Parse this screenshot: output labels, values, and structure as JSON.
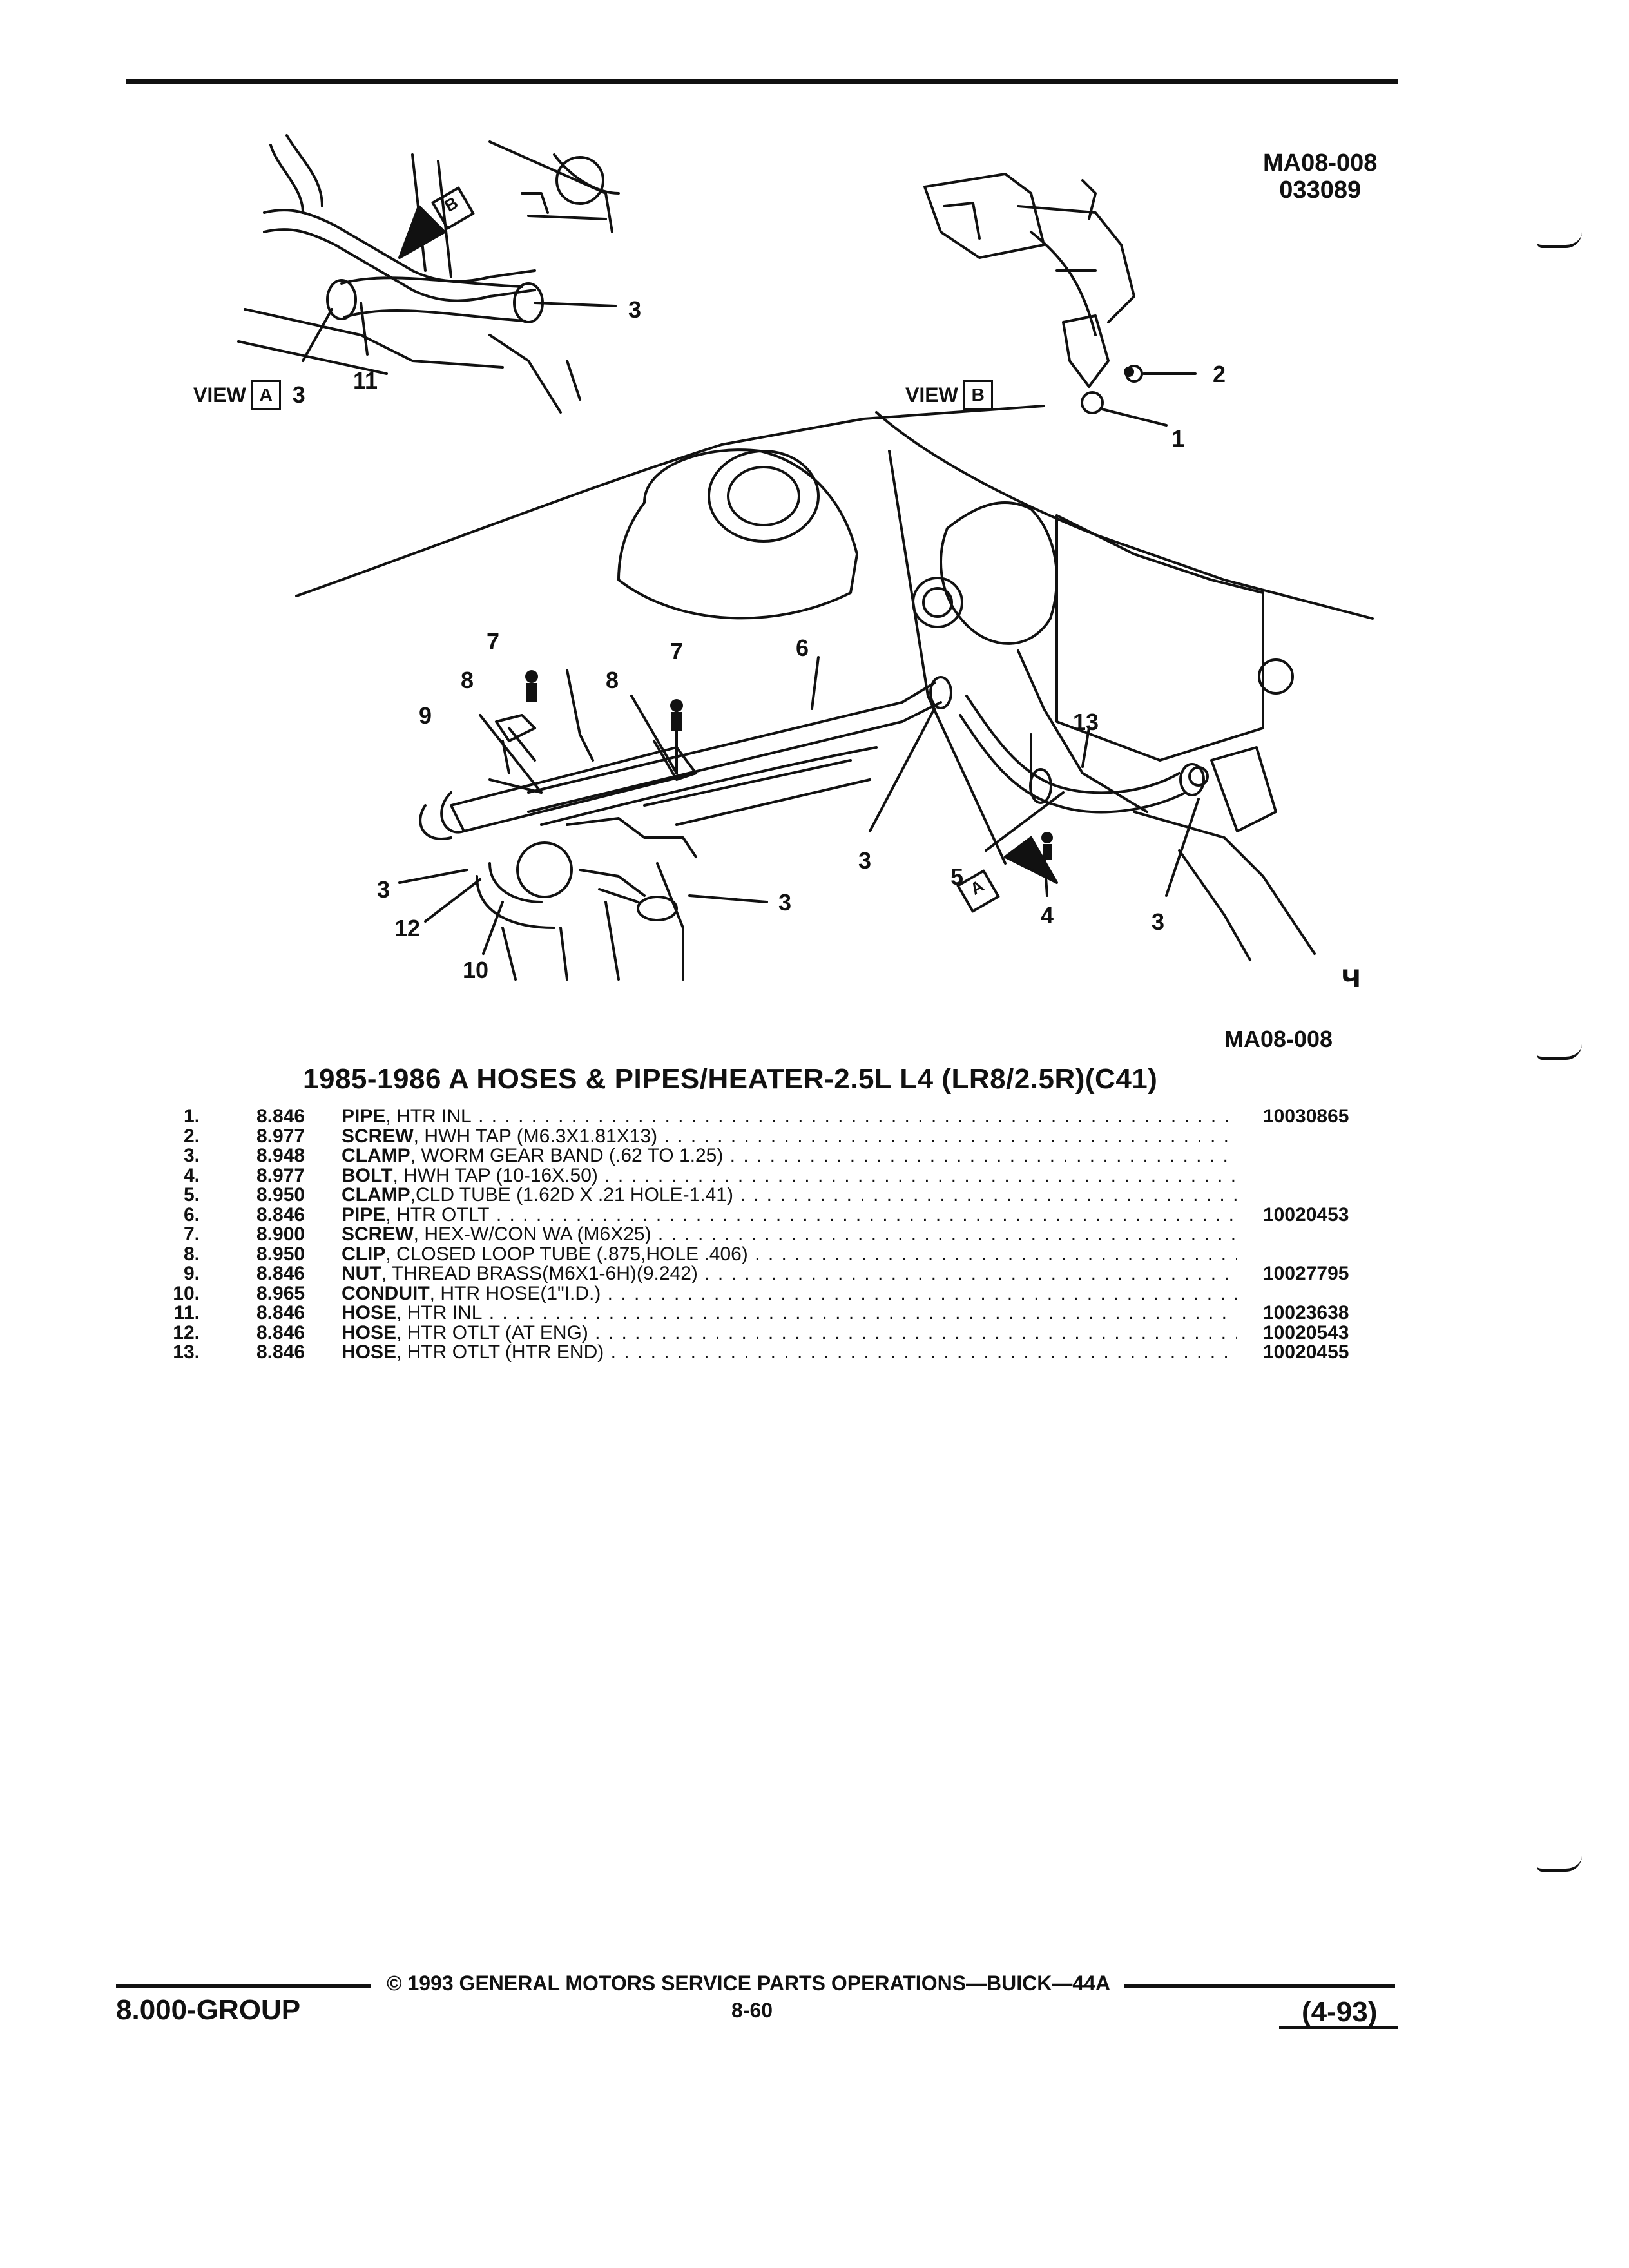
{
  "header": {
    "code_line1": "MA08-008",
    "code_line2": "033089"
  },
  "views": [
    {
      "word": "VIEW",
      "letter": "A",
      "callout": "3"
    },
    {
      "word": "VIEW",
      "letter": "B"
    }
  ],
  "view_b_letter": "B",
  "view_a_letter": "A",
  "callouts": {
    "c1": "1",
    "c2": "2",
    "c3a": "3",
    "c3b": "3",
    "c3c": "3",
    "c3d": "3",
    "c3e": "3",
    "c3f": "3",
    "c4": "4",
    "c5": "5",
    "c6": "6",
    "c7a": "7",
    "c7b": "7",
    "c8a": "8",
    "c8b": "8",
    "c9": "9",
    "c10": "10",
    "c11": "11",
    "c12": "12",
    "c13": "13"
  },
  "illustration_ref": "MA08-008",
  "logo_glyph": "ч",
  "title": "1985-1986 A HOSES & PIPES/HEATER-2.5L L4 (LR8/2.5R)(C41)",
  "parts": [
    {
      "num": "1.",
      "group": "8.846",
      "name": "PIPE",
      "detail": ", HTR INL",
      "part_no": "10030865"
    },
    {
      "num": "2.",
      "group": "8.977",
      "name": "SCREW",
      "detail": ", HWH TAP (M6.3X1.81X13)",
      "part_no": ""
    },
    {
      "num": "3.",
      "group": "8.948",
      "name": "CLAMP",
      "detail": ", WORM GEAR BAND (.62 TO 1.25)",
      "part_no": ""
    },
    {
      "num": "4.",
      "group": "8.977",
      "name": "BOLT",
      "detail": ", HWH TAP (10-16X.50)",
      "part_no": ""
    },
    {
      "num": "5.",
      "group": "8.950",
      "name": "CLAMP",
      "detail": ",CLD TUBE (1.62D X .21 HOLE-1.41)",
      "part_no": ""
    },
    {
      "num": "6.",
      "group": "8.846",
      "name": "PIPE",
      "detail": ", HTR OTLT",
      "part_no": "10020453"
    },
    {
      "num": "7.",
      "group": "8.900",
      "name": "SCREW",
      "detail": ", HEX-W/CON WA (M6X25)",
      "part_no": ""
    },
    {
      "num": "8.",
      "group": "8.950",
      "name": "CLIP",
      "detail": ", CLOSED LOOP TUBE (.875,HOLE .406)",
      "part_no": ""
    },
    {
      "num": "9.",
      "group": "8.846",
      "name": "NUT",
      "detail": ", THREAD BRASS(M6X1-6H)(9.242)",
      "part_no": "10027795"
    },
    {
      "num": "10.",
      "group": "8.965",
      "name": "CONDUIT",
      "detail": ", HTR HOSE(1\"I.D.)",
      "part_no": ""
    },
    {
      "num": "11.",
      "group": "8.846",
      "name": "HOSE",
      "detail": ", HTR INL",
      "part_no": "10023638"
    },
    {
      "num": "12.",
      "group": "8.846",
      "name": "HOSE",
      "detail": ", HTR OTLT (AT ENG)",
      "part_no": "10020543"
    },
    {
      "num": "13.",
      "group": "8.846",
      "name": "HOSE",
      "detail": ", HTR OTLT (HTR END)",
      "part_no": "10020455"
    }
  ],
  "footer": {
    "group": "8.000-GROUP",
    "copyright": "© 1993 GENERAL MOTORS SERVICE PARTS OPERATIONS—BUICK—44A",
    "page": "8-60",
    "date": "(4-93)"
  }
}
